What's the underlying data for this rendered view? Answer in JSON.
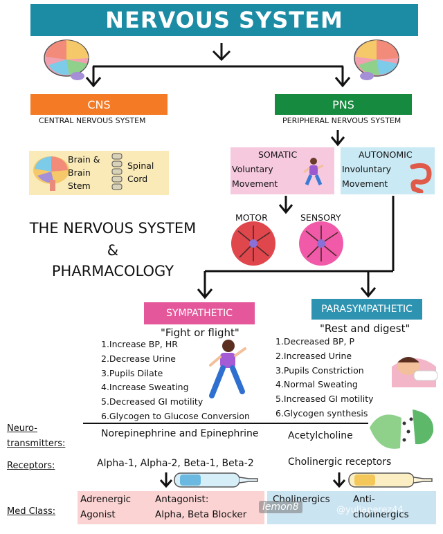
{
  "title": "NERVOUS SYSTEM",
  "cns": {
    "label": "CNS",
    "subtitle": "CENTRAL NERVOUS SYSTEM",
    "items": [
      "Brain &",
      "Brain",
      "Stem"
    ],
    "spinal": [
      "Spinal",
      "Cord"
    ]
  },
  "pns": {
    "label": "PNS",
    "subtitle": "PERIPHERAL NERVOUS SYSTEM"
  },
  "somatic": {
    "title": "SOMATIC",
    "lines": [
      "Voluntary",
      "Movement"
    ]
  },
  "autonomic": {
    "title": "AUTONOMIC",
    "lines": [
      "Involuntary",
      "Movement"
    ]
  },
  "motor": "MOTOR",
  "sensory": "SENSORY",
  "headline": {
    "line1": "THE NERVOUS SYSTEM",
    "line2": "&",
    "line3": "PHARMACOLOGY"
  },
  "sympathetic": {
    "label": "SYMPATHETIC",
    "quote": "\"Fight or flight\"",
    "effects": [
      "1.Increase BP, HR",
      "2.Decrease Urine",
      "3.Pupils Dilate",
      "4.Increase Sweating",
      "5.Decreased GI motility",
      "6.Glycogen to Glucose Conversion"
    ]
  },
  "parasympathetic": {
    "label": "PARASYMPATHETIC",
    "quote": "\"Rest and digest\"",
    "effects": [
      "1.Decreased BP, P",
      "2.Increased Urine",
      "3.Pupils Constriction",
      "4.Normal Sweating",
      "5.Increased GI motility",
      "6.Glycogen synthesis"
    ]
  },
  "rows": {
    "neuro_label_1": "Neuro-",
    "neuro_label_2": "transmitters:",
    "neuro_symp": "Norepinephrine and Epinephrine",
    "neuro_para": "Acetylcholine",
    "receptors_label": "Receptors:",
    "receptors_symp": "Alpha-1, Alpha-2, Beta-1, Beta-2",
    "receptors_para": "Cholinergic receptors",
    "med_label": "Med Class:",
    "med_symp_a": [
      "Adrenergic",
      "Agonist"
    ],
    "med_symp_b": [
      "Antagonist:",
      "Alpha, Beta Blocker"
    ],
    "med_para_a": [
      "Cholinergics",
      ""
    ],
    "med_para_b": [
      "Anti-",
      "cholinergics"
    ]
  },
  "watermark": "lemon8",
  "watermark_handle": "@yuliaperez44",
  "colors": {
    "title": "#1c8ca5",
    "cns": "#f47a25",
    "pns": "#168a3e",
    "sympathetic": "#e4579a",
    "parasympathetic": "#2d93b0"
  }
}
